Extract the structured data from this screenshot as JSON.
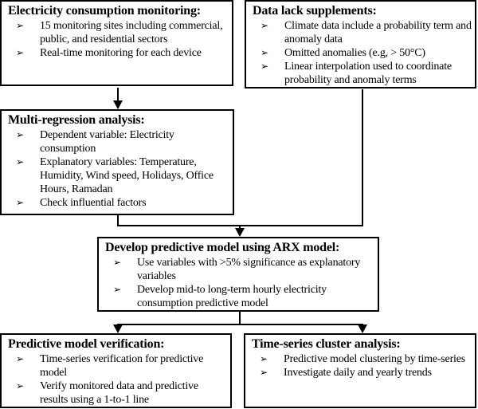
{
  "diagram": {
    "bullet_glyph": "➢",
    "colors": {
      "line": "#000000",
      "background": "#ffffff",
      "text": "#000000"
    },
    "boxes": [
      {
        "title": "Electricity consumption monitoring:",
        "bullets": [
          [
            "15 monitoring sites including commercial,",
            "public, and residential sectors"
          ],
          [
            "Real-time monitoring for each device"
          ]
        ]
      },
      {
        "title": "Data lack supplements:",
        "bullets": [
          [
            "Climate data include a probability term and",
            "anomaly data"
          ],
          [
            "Omitted anomalies (e.g, > 50°C)"
          ],
          [
            "Linear interpolation used to coordinate",
            "probability and anomaly terms"
          ]
        ]
      },
      {
        "title": "Multi-regression analysis:",
        "bullets": [
          [
            "Dependent variable: Electricity",
            "consumption"
          ],
          [
            "Explanatory variables: Temperature,",
            "Humidity, Wind speed, Holidays, Office",
            "Hours, Ramadan"
          ],
          [
            "Check influential factors"
          ]
        ]
      },
      {
        "title": "Develop predictive model using ARX model:",
        "bullets": [
          [
            "Use variables with >5% significance as explanatory",
            "variables"
          ],
          [
            "Develop mid-to long-term hourly electricity",
            "consumption predictive model"
          ]
        ]
      },
      {
        "title": "Predictive model verification:",
        "bullets": [
          [
            "Time-series verification for predictive",
            "model"
          ],
          [
            "Verify monitored data and predictive",
            "results using a 1-to-1 line"
          ]
        ]
      },
      {
        "title": "Time-series cluster analysis:",
        "bullets": [
          [
            "Predictive model clustering by time-series"
          ],
          [
            "Investigate daily and yearly trends"
          ]
        ]
      }
    ]
  }
}
